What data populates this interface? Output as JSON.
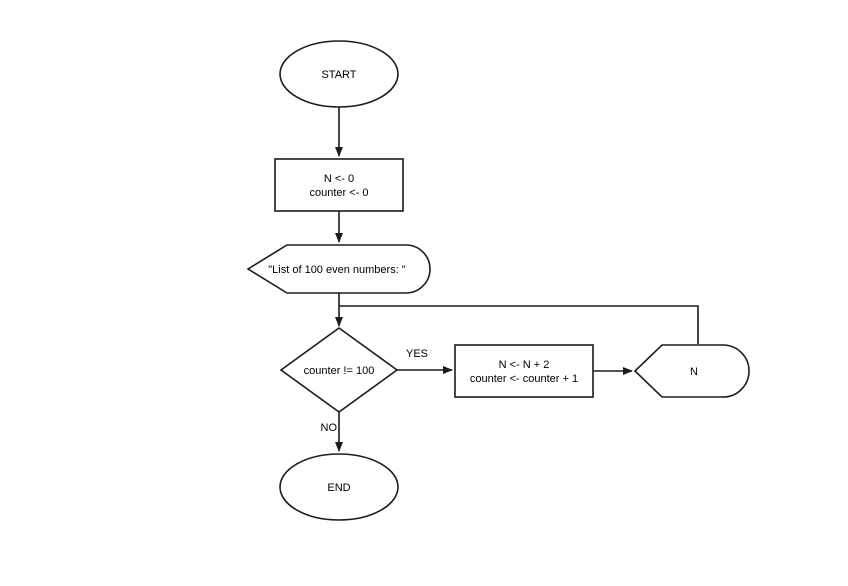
{
  "canvas": {
    "background": "#ffffff",
    "stroke_color": "#1c1c1c",
    "text_color": "#000000"
  },
  "flowchart": {
    "type": "flowchart",
    "start": "START",
    "init_line1": "N <- 0",
    "init_line2": "counter <- 0",
    "print_header": "\"List of 100 even numbers: \"",
    "decision": "counter != 100",
    "branch_yes": "YES",
    "branch_no": "NO",
    "increment_line1": "N <- N + 2",
    "increment_line2": "counter <- counter + 1",
    "print_value": "N",
    "end": "END"
  }
}
